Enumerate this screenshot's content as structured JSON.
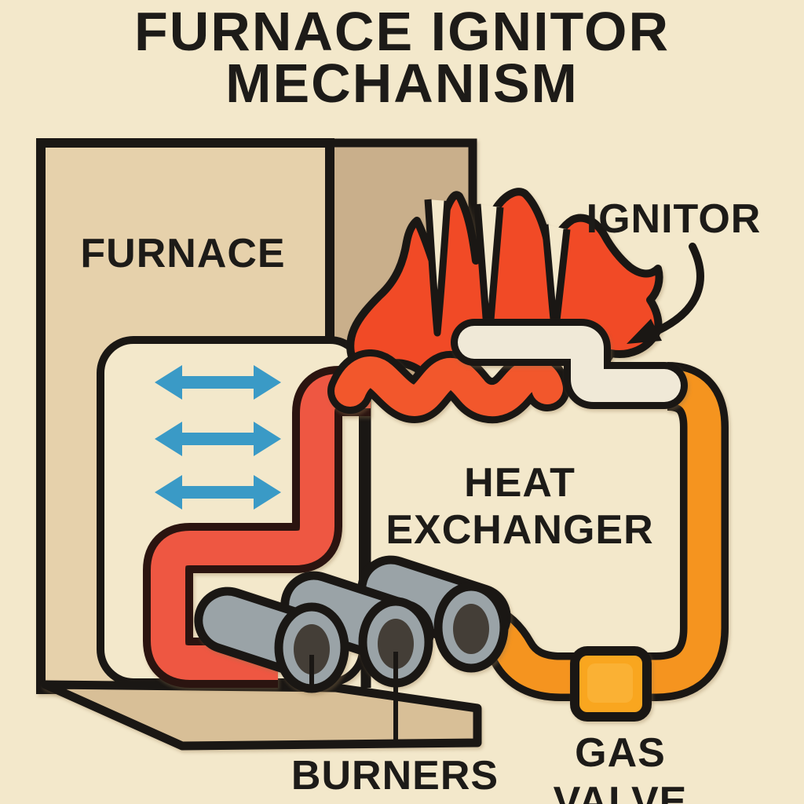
{
  "title": {
    "line1": "FURNACE IGNITOR",
    "line2": "MECHANISM"
  },
  "labels": {
    "furnace": "FURNACE",
    "ignitor": "IGNITOR",
    "heat_exchanger_line1": "HEAT",
    "heat_exchanger_line2": "EXCHANGER",
    "burners": "BURNERS",
    "gas_valve_line1": "GAS",
    "gas_valve_line2": "VALVE"
  },
  "colors": {
    "background": "#f3e8cb",
    "cabinet_front": "#e6d1ab",
    "cabinet_side": "#c9af8b",
    "base_slab": "#d8bf97",
    "outline": "#1a1714",
    "flame": "#f14a26",
    "coil_orange": "#f2572c",
    "pipe_red": "#ee5742",
    "gas_pipe": "#f5941f",
    "gas_valve": "#f9a61f",
    "valve_light": "#fbb945",
    "burner_gray": "#9aa3a7",
    "burner_opening": "#443e37",
    "arrow_blue": "#3a9ac6",
    "ignitor_cream": "#f0e9d7",
    "text": "#1d1b18"
  }
}
